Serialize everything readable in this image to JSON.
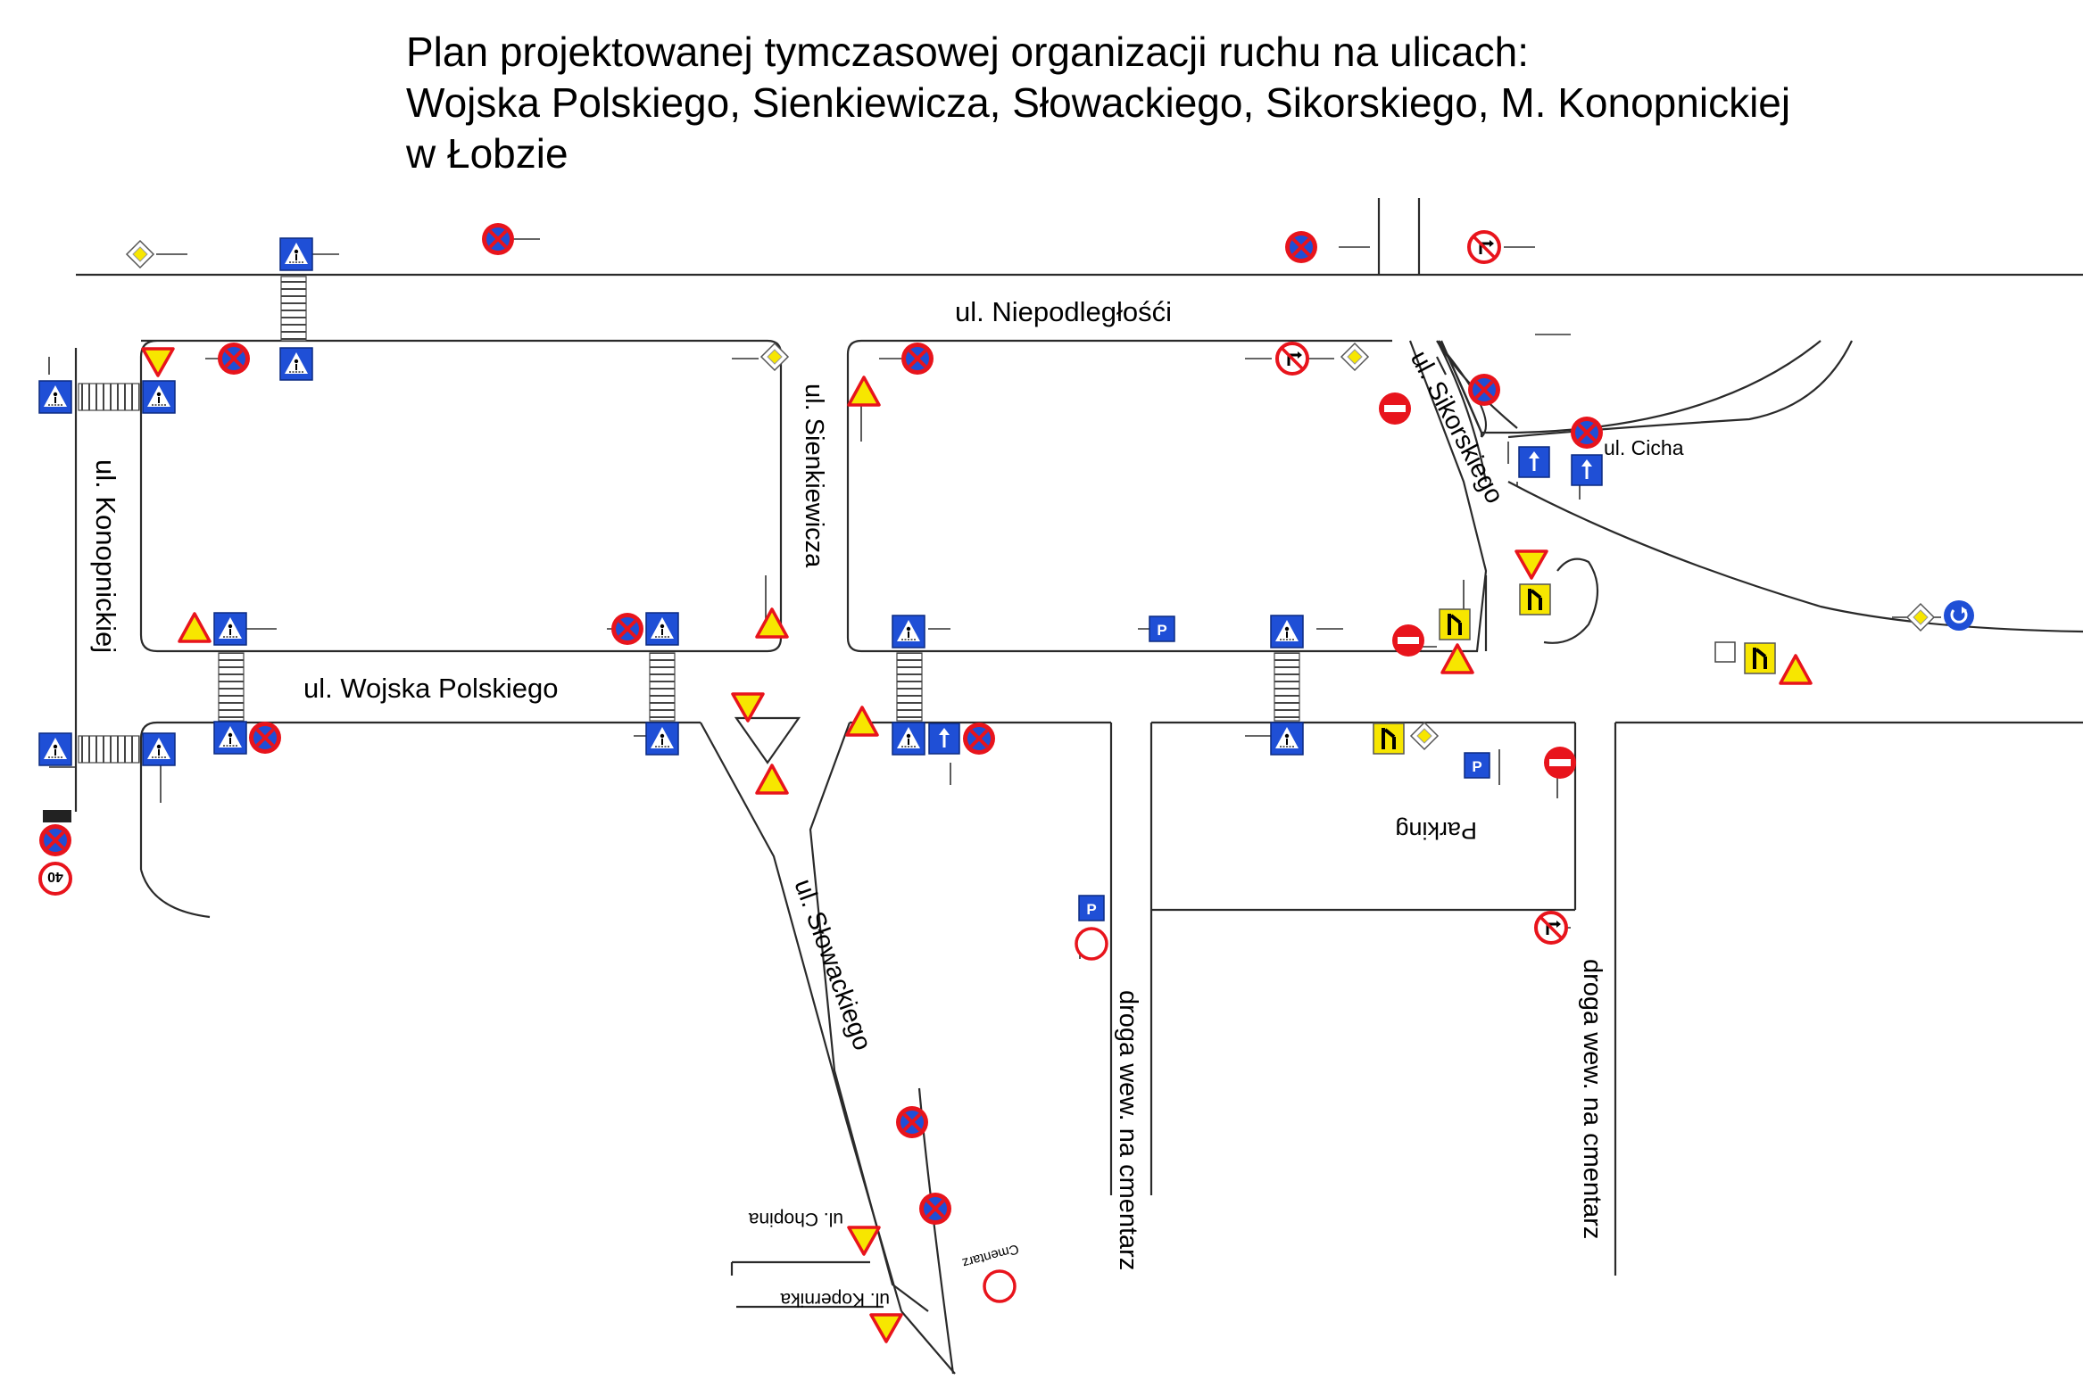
{
  "title": {
    "line1": "Plan projektowanej tymczasowej organizacji ruchu na ulicach:",
    "line2": "Wojska Polskiego, Sienkiewicza, Słowackiego, Sikorskiego, M. Konopnickiej",
    "line3": "w Łobzie"
  },
  "streets": {
    "niepodleglosci": "ul. Niepodległośći",
    "konopnickiej": "ul. Konopnickiej",
    "sienkiewicza": "ul. Sienkiewicza",
    "wojska_polskiego": "ul. Wojska Polskiego",
    "sikorskiego": "ul. Sikorskiego",
    "cicha": "ul. Cicha",
    "slowackiego": "ul. Słowackiego",
    "chopina": "ul. Chopina",
    "kopernika": "ul. Kopernika",
    "cmentarz": "Cmentarz",
    "droga_1": "droga wew. na cmentarz",
    "droga_2": "droga wew. na cmentarz"
  },
  "labels": {
    "parking": "Parking",
    "speed_limit": "40",
    "parking_sign": "P"
  },
  "colors": {
    "sign_blue": "#1f4fd6",
    "sign_red": "#e8141c",
    "sign_yellow": "#f7e600",
    "road_line": "#2a2a2a",
    "text": "#000000"
  },
  "icons": {
    "no_stopping": "no-stopping-icon",
    "pedestrian_crossing": "pedestrian-crossing-icon",
    "yield": "yield-icon",
    "main_road": "main-road-icon",
    "no_entry": "no-entry-icon",
    "no_turn": "no-turn-icon",
    "one_way": "one-way-icon",
    "parking": "parking-icon",
    "speed_limit": "speed-limit-icon",
    "closed_road": "closed-road-icon",
    "roundabout": "roundabout-icon"
  }
}
